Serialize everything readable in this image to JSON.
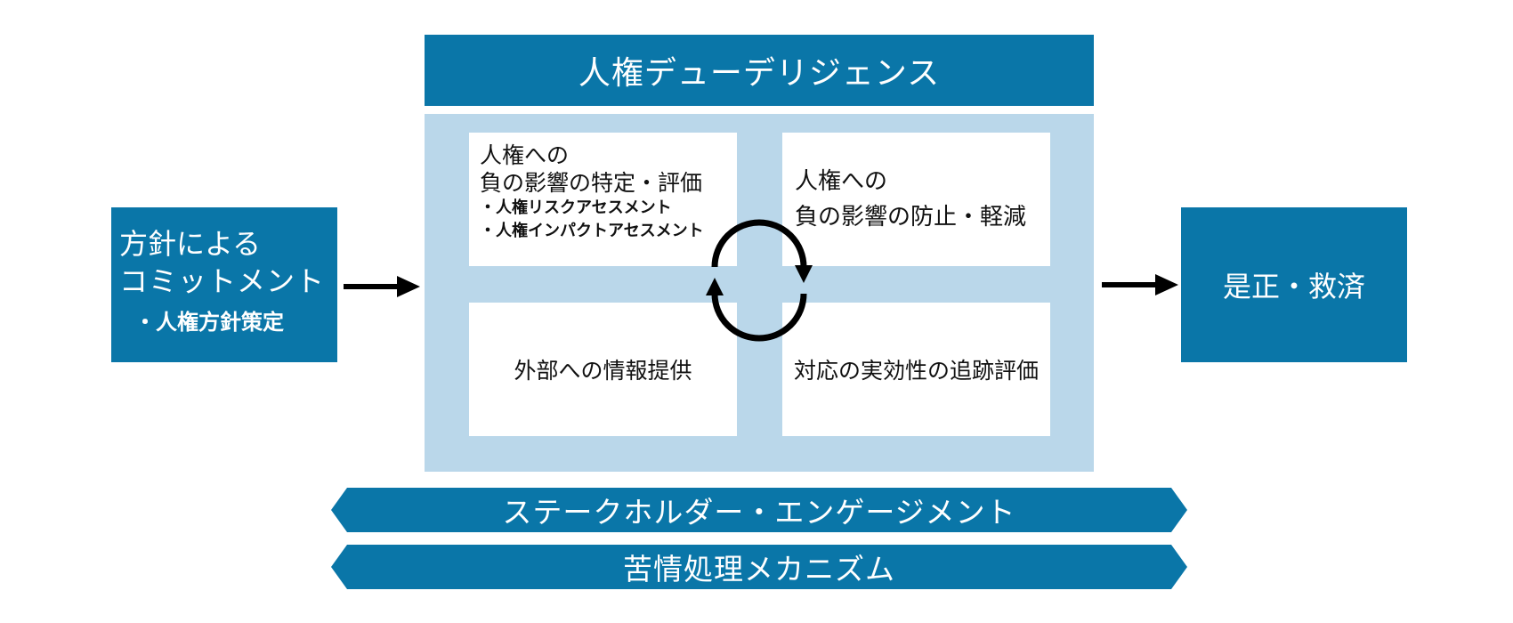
{
  "colors": {
    "dark_blue": "#0a76a8",
    "light_blue_panel": "#bad7ea",
    "white": "#ffffff",
    "arrow": "#000000"
  },
  "header": {
    "title": "人権デューデリジェンス"
  },
  "left_box": {
    "line1": "方針による",
    "line2": "コミットメント",
    "line3": "・人権方針策定"
  },
  "right_box": {
    "label": "是正・救済"
  },
  "cycle": {
    "top_left": {
      "line1": "人権への",
      "line2": "負の影響の特定・評価",
      "sub1": "・人権リスクアセスメント",
      "sub2": "・人権インパクトアセスメント"
    },
    "top_right": {
      "line1": "人権への",
      "line2": "負の影響の防止・軽減"
    },
    "bottom_left": {
      "label": "外部への情報提供"
    },
    "bottom_right": {
      "label": "対応の実効性の追跡評価"
    },
    "icon": "circular-arrows-icon"
  },
  "bands": {
    "stakeholder": "ステークホルダー・エンゲージメント",
    "grievance": "苦情処理メカニズム"
  },
  "icons": [
    "right-arrow-icon",
    "circular-arrows-icon"
  ]
}
